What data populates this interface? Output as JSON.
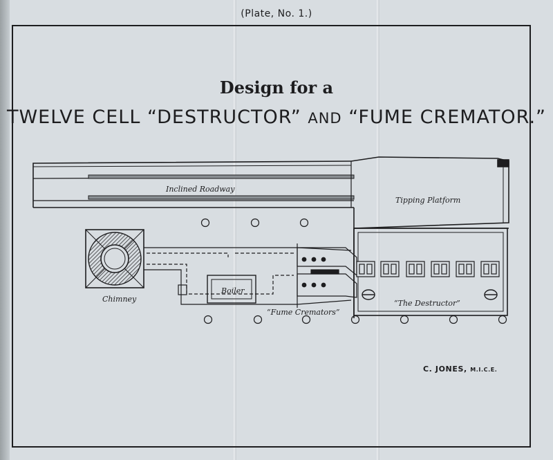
{
  "plate": "(Plate, No. 1.)",
  "title": {
    "line1": "Design for a",
    "line2_part1": "TWELVE CELL “DESTRUCTOR”",
    "line2_and": "AND",
    "line2_part2": "“FUME CREMATOR.”"
  },
  "labels": {
    "roadway": "Inclined Roadway",
    "platform": "Tipping Platform",
    "chimney": "Chimney",
    "boiler": "Boiler",
    "fume": "“Fume Cremators”",
    "destructor": "“The Destructor”"
  },
  "credit": {
    "name": "C. JONES,",
    "degree": "M.I.C.E."
  }
}
